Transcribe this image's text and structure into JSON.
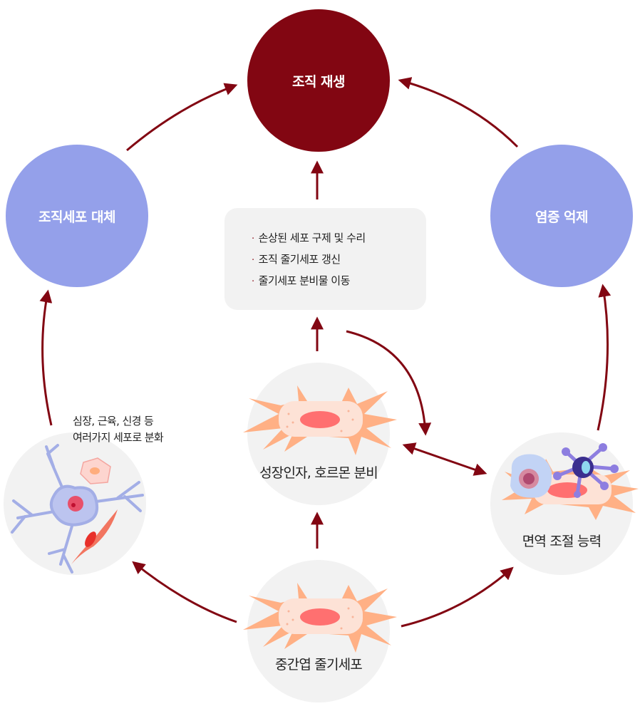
{
  "colors": {
    "primary": "#820612",
    "secondary": "#94a0ea",
    "cell_bg": "#f2f2f2",
    "cell_body": "#ffb085",
    "cell_inner": "#fde2d6",
    "nucleus": "#ff7070",
    "text_dark": "#222222"
  },
  "nodes": {
    "center_top": {
      "label": "조직 재생",
      "role": "outcome"
    },
    "left": {
      "label": "조직세포 대체",
      "role": "effect"
    },
    "right": {
      "label": "염증 억제",
      "role": "effect"
    },
    "middle": {
      "label": "성장인자, 호르몬 분비",
      "icon": "mesenchymal-cell-icon"
    },
    "bottom": {
      "label": "중간엽 줄기세포",
      "icon": "mesenchymal-cell-icon"
    },
    "bottom_right": {
      "label": "면역 조절 능력",
      "icon": "immune-cells-icon"
    },
    "bottom_left": {
      "icon": "differentiated-cells-icon"
    }
  },
  "differentiation_note": {
    "line1": "심장, 근육, 신경 등",
    "line2": "여러가지 세포로 분화"
  },
  "info_box": {
    "bullet": "·",
    "items": [
      "손상된 세포 구제 및 수리",
      "조직 줄기세포 갱신",
      "줄기세포 분비물 이동"
    ]
  },
  "edges": [
    {
      "from": "bottom",
      "to": "middle"
    },
    {
      "from": "bottom",
      "to": "bottom_left"
    },
    {
      "from": "bottom",
      "to": "bottom_right"
    },
    {
      "from": "bottom_left",
      "to": "left"
    },
    {
      "from": "bottom_right",
      "to": "right"
    },
    {
      "from": "left",
      "to": "center_top"
    },
    {
      "from": "right",
      "to": "center_top"
    },
    {
      "from": "middle",
      "to": "info_box"
    },
    {
      "from": "info_box",
      "to": "center_top"
    },
    {
      "from": "info_box",
      "to": "middle_right"
    },
    {
      "from": "middle",
      "to": "bottom_right",
      "bidirectional": true
    }
  ]
}
